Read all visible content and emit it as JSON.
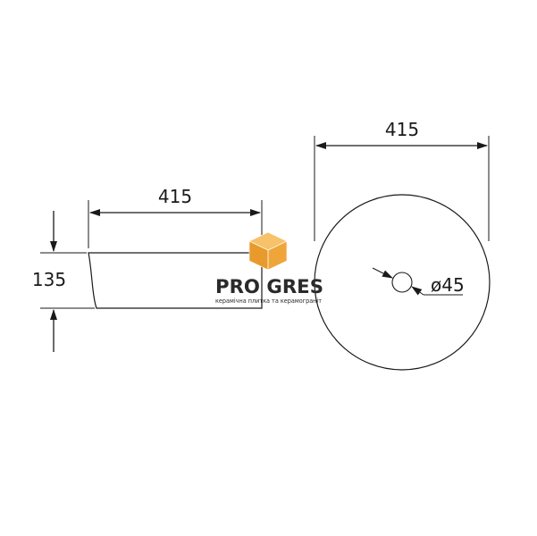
{
  "drawing": {
    "side_view": {
      "width_label": "415",
      "height_label": "135"
    },
    "top_view": {
      "width_label": "415",
      "drain_label": "ø45"
    }
  },
  "watermark": {
    "brand": "PRO GRES",
    "tagline": "керамічна плитка та керамограніт"
  },
  "colors": {
    "line": "#1a1a1a",
    "logo_orange": "#f0a53a",
    "logo_dark": "#2a2a2a"
  }
}
